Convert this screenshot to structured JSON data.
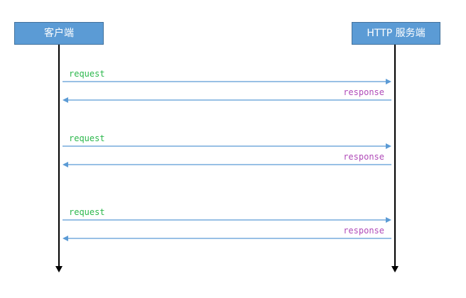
{
  "participants": {
    "client": "客户端",
    "server": "HTTP 服务端"
  },
  "exchanges": [
    {
      "request": "request",
      "response": "response"
    },
    {
      "request": "request",
      "response": "response"
    },
    {
      "request": "request",
      "response": "response"
    }
  ],
  "colors": {
    "participant_fill": "#5b9bd5",
    "participant_border": "#41719c",
    "message_arrow": "#5b9bd5",
    "request_text": "#2db84d",
    "response_text": "#b04bb9",
    "lifeline": "#000000"
  }
}
